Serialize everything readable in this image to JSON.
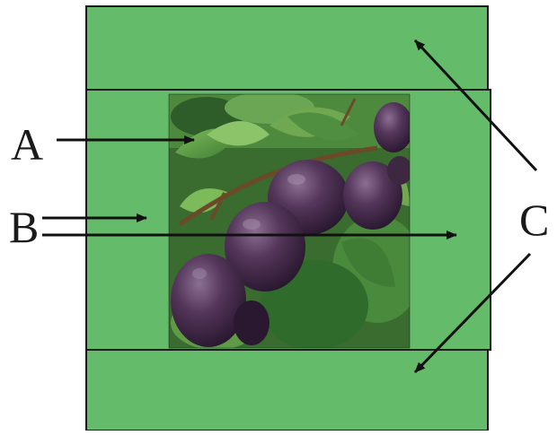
{
  "labels": {
    "a": "A",
    "b": "B",
    "c": "C"
  },
  "colors": {
    "background": "#ffffff",
    "green_field": "#64bb69",
    "outline": "#1a1a1a",
    "arrow": "#111111",
    "leaf_dark": "#2f6b2a",
    "leaf_light": "#6fa851",
    "fruit": "#3e2740",
    "fruit_highlight": "#8b6f92"
  },
  "image": {
    "subject": "plum-branch-photo"
  }
}
